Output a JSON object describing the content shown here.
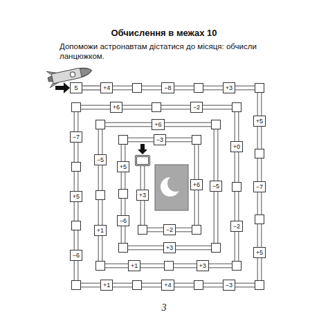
{
  "diagram": {
    "title": "Обчислення в межах 10",
    "nodes": [
      {
        "text": [
          "5"
        ]
      },
      {
        "text": [
          "+4"
        ]
      },
      {
        "text": [
          "−8"
        ]
      },
      {
        "text": [
          "+3"
        ]
      },
      {
        "text": [
          "+5"
        ]
      },
      {
        "text": [
          "−7"
        ]
      },
      {
        "text": [
          "+5"
        ]
      },
      {
        "text": [
          "−3"
        ]
      },
      {
        "text": [
          "+4"
        ]
      },
      {
        "text": [
          "+1"
        ]
      },
      {
        "text": [
          "−6"
        ]
      },
      {
        "text": [
          "+5"
        ]
      },
      {
        "text": [
          "−7"
        ]
      },
      {
        "text": [
          "+6"
        ]
      },
      {
        "text": [
          "−2"
        ]
      },
      {
        "text": [
          "+0"
        ]
      },
      {
        "text": [
          "−2"
        ]
      },
      {
        "text": [
          "+3"
        ]
      },
      {
        "text": [
          "+1"
        ]
      },
      {
        "text": [
          "+1"
        ]
      },
      {
        "text": [
          "−5"
        ]
      },
      {
        "text": [
          "+6"
        ]
      },
      {
        "text": [
          "−5"
        ]
      },
      {
        "text": [
          "+3"
        ]
      },
      {
        "text": [
          "−6"
        ]
      },
      {
        "text": [
          "+5"
        ]
      },
      {
        "text": [
          "−3"
        ]
      },
      {
        "text": [
          "+6"
        ]
      },
      {
        "text": [
          "−2"
        ]
      },
      {
        "text": [
          "+3"
        ]
      }
    ],
    "edges": [
      {
        "from": 0,
        "to": 1,
        "arrow": "none"
      }
    ],
    "labels": [
      "Допоможи астронавтам дістатися до місяця: обчисли ланцюжком.",
      "3"
    ]
  }
}
